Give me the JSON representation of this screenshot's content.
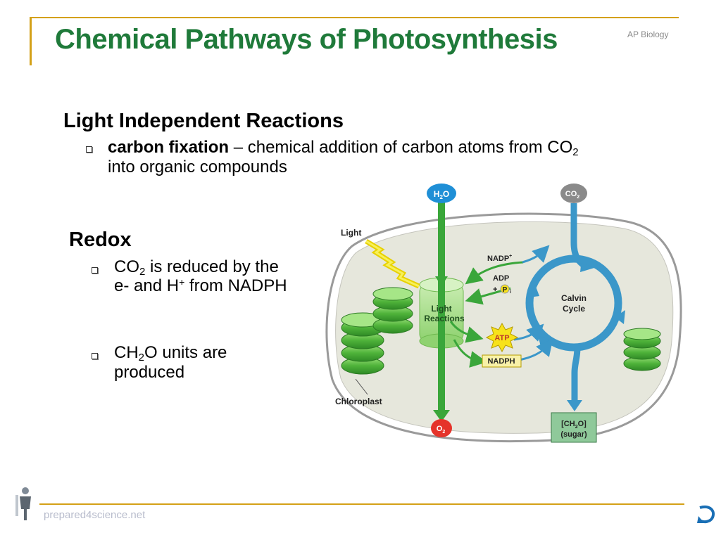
{
  "slide": {
    "title": "Chemical Pathways of Photosynthesis",
    "course": "AP Biology",
    "section1": {
      "heading": "Light Independent Reactions",
      "bullet_term": "carbon fixation",
      "bullet_text_a": " – chemical addition of carbon atoms from CO",
      "bullet_sub": "2",
      "bullet_text_b": "into organic compounds"
    },
    "section2": {
      "heading": "Redox",
      "bullet1_a": "CO",
      "bullet1_sub": "2",
      "bullet1_b": " is reduced by the e- and H",
      "bullet1_sup": "+",
      "bullet1_c": " from NADPH",
      "bullet2_a": "CH",
      "bullet2_sub": "2",
      "bullet2_b": "O units are produced"
    },
    "footer": {
      "site": "prepared4science.net"
    }
  },
  "diagram": {
    "h2o_a": "H",
    "h2o_sub": "2",
    "h2o_b": "O",
    "co2_a": "CO",
    "co2_sub": "2",
    "o2_a": "O",
    "o2_sub": "2",
    "light": "Light",
    "light_reactions_1": "Light",
    "light_reactions_2": "Reactions",
    "calvin_1": "Calvin",
    "calvin_2": "Cycle",
    "nadp_a": "NADP",
    "nadp_sup": "+",
    "adp": "ADP",
    "plus_pi_a": "+",
    "pi_p": "P",
    "pi_sub": "i",
    "atp": "ATP",
    "nadph": "NADPH",
    "chloroplast": "Chloroplast",
    "sugar_1a": "[CH",
    "sugar_1sub": "2",
    "sugar_1b": "O]",
    "sugar_2": "(sugar)",
    "colors": {
      "water_blue": "#1f8fd6",
      "co2_gray": "#8a8a8a",
      "o2_red": "#e5332a",
      "arrow_green": "#3aa63a",
      "calvin_blue": "#3b97c9",
      "atp_yellow": "#f7e21b",
      "sugar_green": "#8fc99a",
      "stroma": "#e6e7dc"
    }
  }
}
